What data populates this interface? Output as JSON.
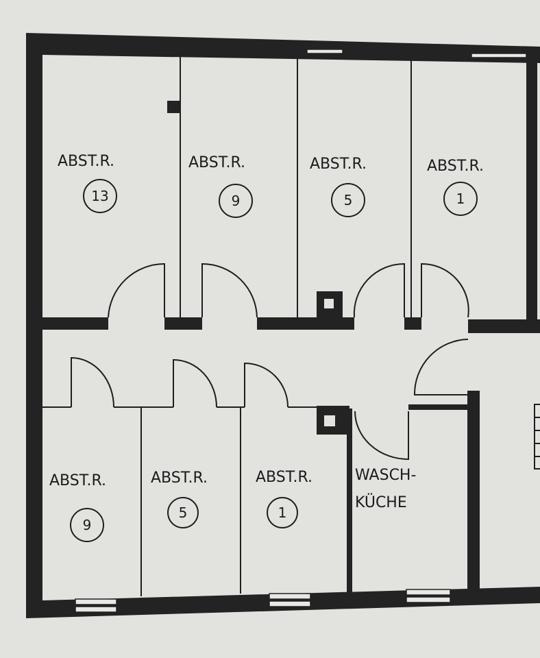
{
  "plan": {
    "top_rooms": [
      {
        "label": "ABST.R.",
        "number": "13"
      },
      {
        "label": "ABST.R.",
        "number": "9"
      },
      {
        "label": "ABST.R.",
        "number": "5"
      },
      {
        "label": "ABST.R.",
        "number": "1"
      }
    ],
    "bottom_rooms": [
      {
        "label": "ABST.R.",
        "number": "9"
      },
      {
        "label": "ABST.R.",
        "number": "5"
      },
      {
        "label": "ABST.R.",
        "number": "1"
      }
    ],
    "laundry": {
      "line1": "WASCH-",
      "line2": "KÜCHE"
    }
  }
}
